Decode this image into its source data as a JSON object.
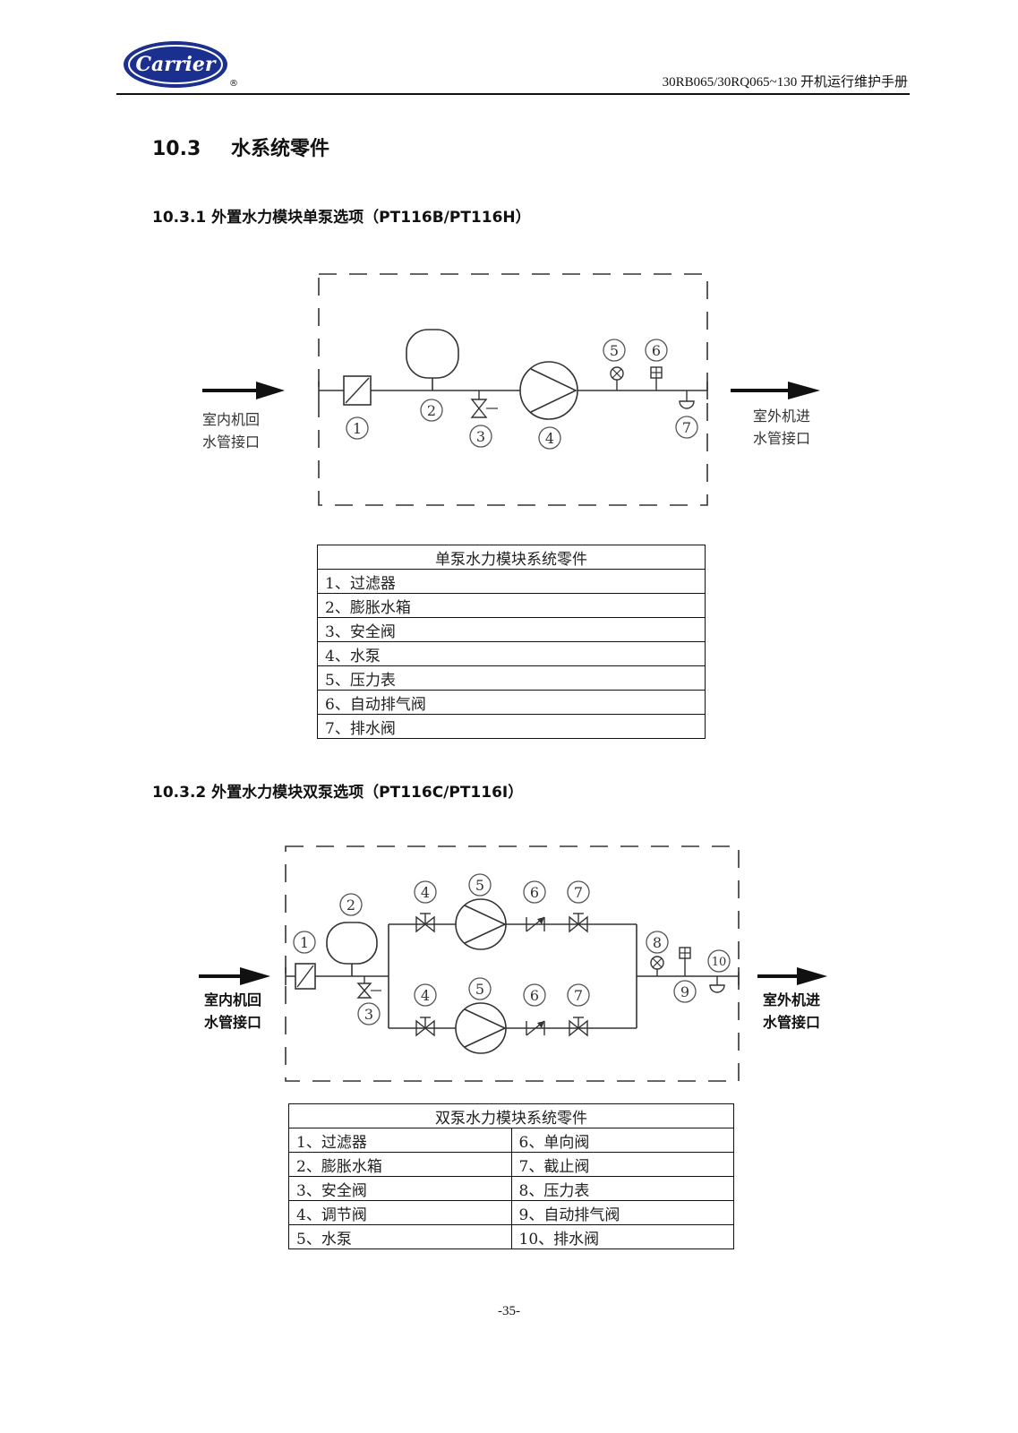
{
  "header": {
    "logo_text": "Carrier",
    "title": "30RB065/30RQ065~130 开机运行维护手册"
  },
  "section": {
    "number": "10.3",
    "title": "水系统零件"
  },
  "sub1": {
    "heading": "10.3.1 外置水力模块单泵选项（PT116B/PT116H）",
    "inlet_line1": "室内机回",
    "inlet_line2": "水管接口",
    "outlet_line1": "室外机进",
    "outlet_line2": "水管接口",
    "table_title": "单泵水力模块系统零件",
    "parts": [
      "1、过滤器",
      "2、膨胀水箱",
      "3、安全阀",
      "4、水泵",
      "5、压力表",
      "6、自动排气阀",
      "7、排水阀"
    ]
  },
  "sub2": {
    "heading": "10.3.2 外置水力模块双泵选项（PT116C/PT116I）",
    "inlet_line1": "室内机回",
    "inlet_line2": "水管接口",
    "outlet_line1": "室外机进",
    "outlet_line2": "水管接口",
    "table_title": "双泵水力模块系统零件",
    "rows": [
      [
        "1、过滤器",
        "6、单向阀"
      ],
      [
        "2、膨胀水箱",
        "7、截止阀"
      ],
      [
        "3、安全阀",
        "8、压力表"
      ],
      [
        "4、调节阀",
        "9、自动排气阀"
      ],
      [
        "5、水泵",
        "10、排水阀"
      ]
    ]
  },
  "page_number": "-35-"
}
